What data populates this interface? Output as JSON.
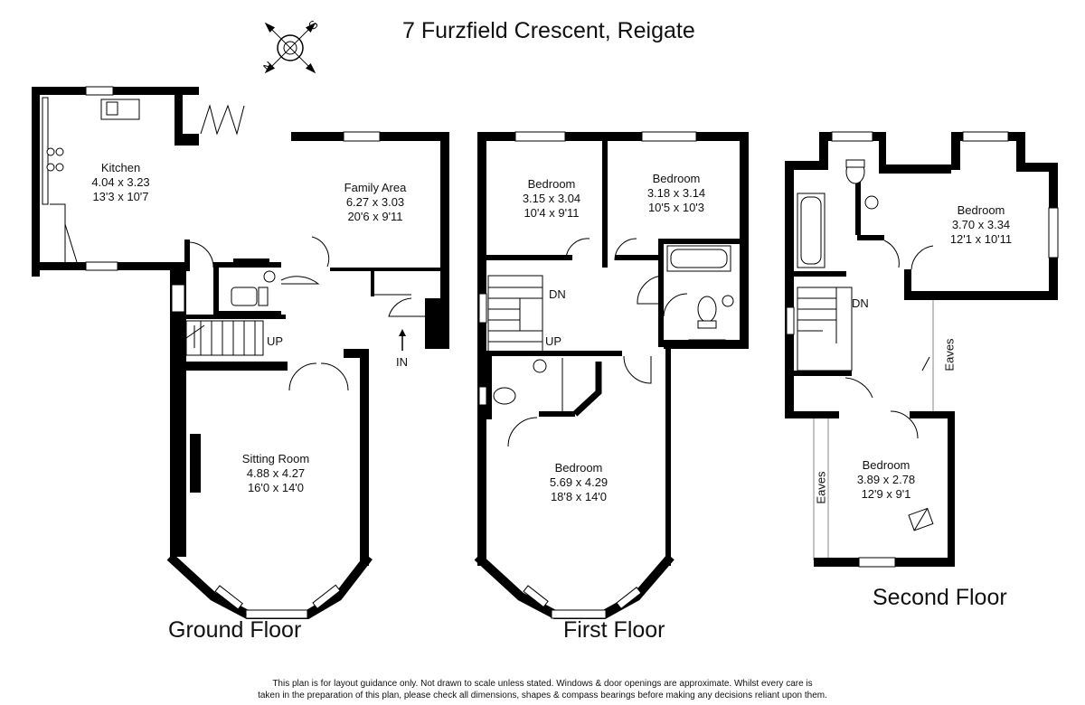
{
  "title": "7 Furzfield Crescent, Reigate",
  "floors": {
    "ground": "Ground Floor",
    "first": "First Floor",
    "second": "Second Floor"
  },
  "rooms": {
    "kitchen": {
      "name": "Kitchen",
      "metric": "4.04 x 3.23",
      "imperial": "13'3 x 10'7"
    },
    "family_area": {
      "name": "Family Area",
      "metric": "6.27 x 3.03",
      "imperial": "20'6 x 9'11"
    },
    "sitting_room": {
      "name": "Sitting Room",
      "metric": "4.88 x 4.27",
      "imperial": "16'0 x 14'0"
    },
    "bedroom_1f_a": {
      "name": "Bedroom",
      "metric": "3.15 x 3.04",
      "imperial": "10'4 x 9'11"
    },
    "bedroom_1f_b": {
      "name": "Bedroom",
      "metric": "3.18 x 3.14",
      "imperial": "10'5 x 10'3"
    },
    "bedroom_1f_c": {
      "name": "Bedroom",
      "metric": "5.69 x 4.29",
      "imperial": "18'8 x 14'0"
    },
    "bedroom_2f_a": {
      "name": "Bedroom",
      "metric": "3.70 x 3.34",
      "imperial": "12'1 x 10'11"
    },
    "bedroom_2f_b": {
      "name": "Bedroom",
      "metric": "3.89 x 2.78",
      "imperial": "12'9 x 9'1"
    }
  },
  "markers": {
    "up": "UP",
    "dn": "DN",
    "in": "IN",
    "eaves": "Eaves"
  },
  "compass": {
    "n": "N",
    "s": "S"
  },
  "disclaimer": {
    "line1": "This plan is for layout guidance only. Not drawn to scale unless stated. Windows & door openings are approximate. Whilst every care is",
    "line2": "taken in the preparation of this plan, please check all dimensions, shapes & compass bearings before making any decisions reliant upon them."
  },
  "colors": {
    "wall": "#000000",
    "background": "#ffffff"
  }
}
